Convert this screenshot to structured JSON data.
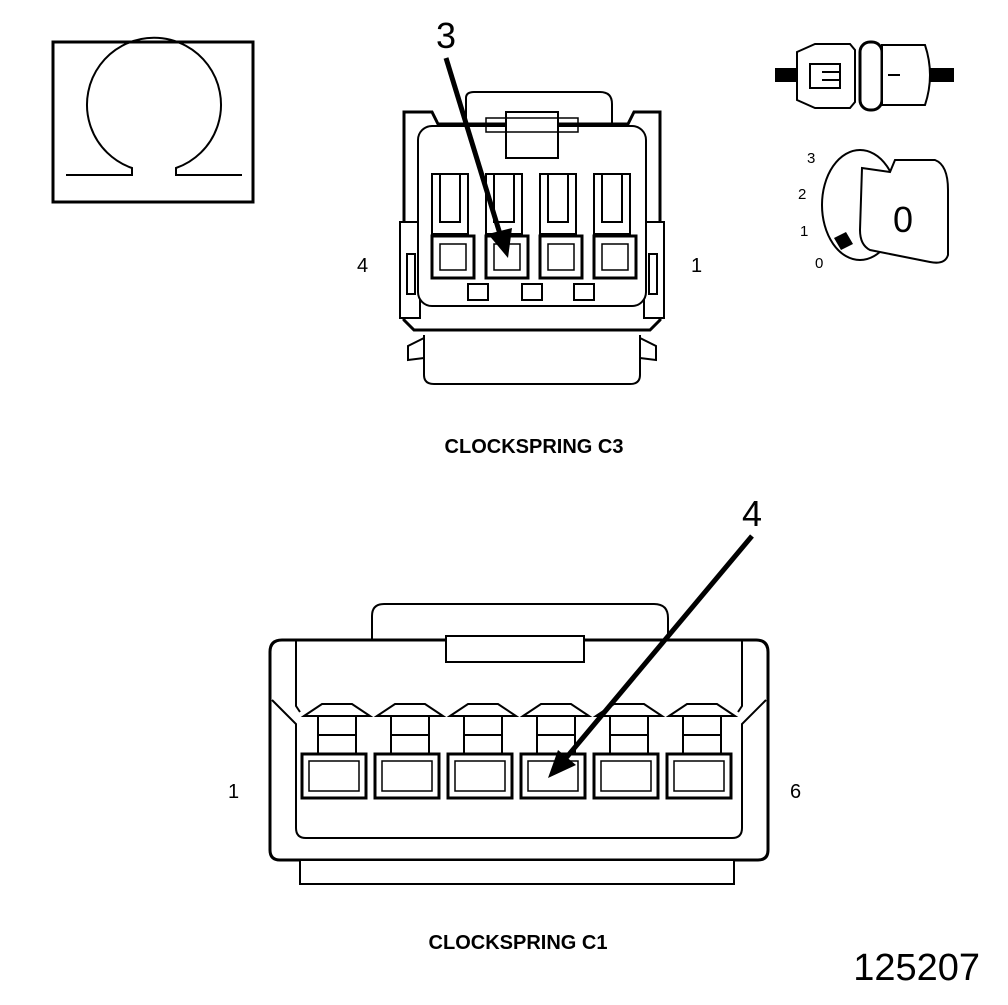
{
  "diagram_id": "125207",
  "ohmmeter_symbol": "Ω",
  "top_connector": {
    "title": "CLOCKSPRING C3",
    "callout": "3",
    "left_pin": "4",
    "right_pin": "1"
  },
  "bottom_connector": {
    "title": "CLOCKSPRING C1",
    "callout": "4",
    "left_pin": "1",
    "right_pin": "6"
  },
  "ignition": {
    "positions": [
      "3",
      "2",
      "1",
      "0"
    ],
    "key_position": "0"
  }
}
